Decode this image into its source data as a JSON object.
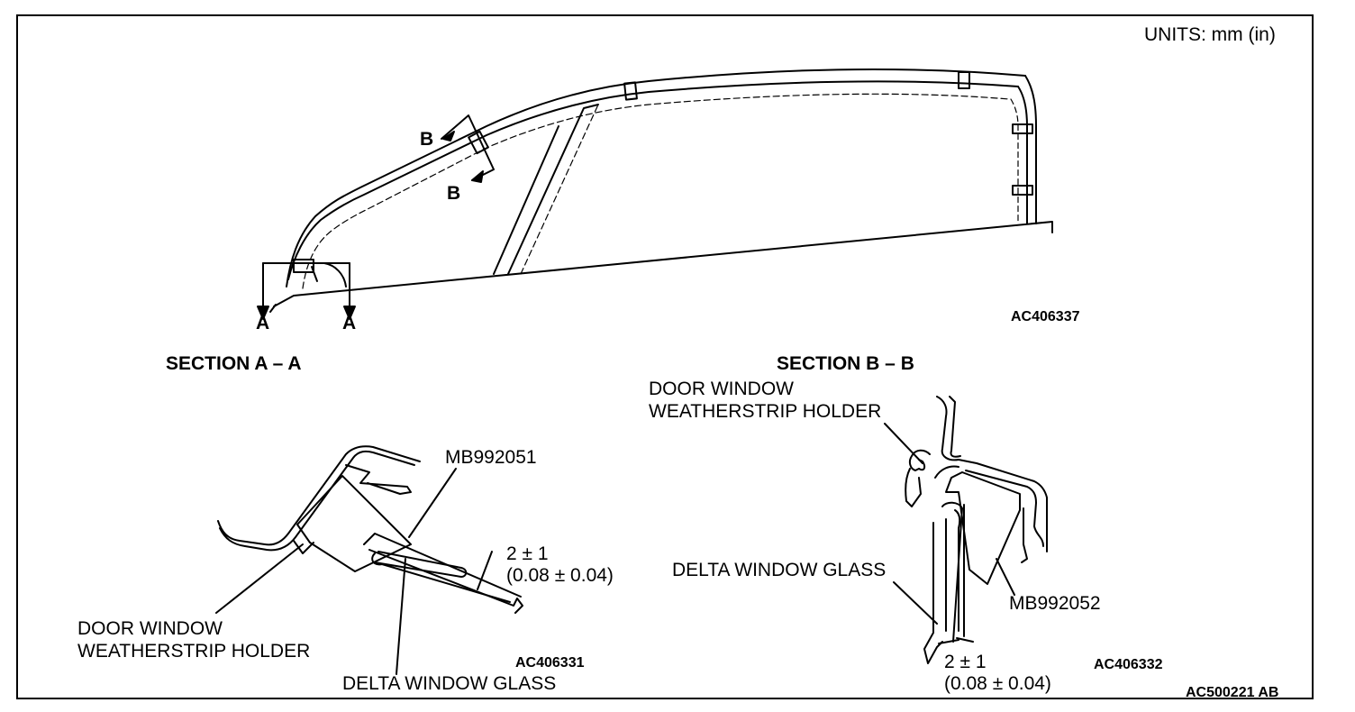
{
  "units": "UNITS: mm (in)",
  "overview": {
    "code": "AC406337",
    "markers": {
      "a_left": "A",
      "a_right": "A",
      "b_top": "B",
      "b_bottom": "B"
    }
  },
  "section_a": {
    "title": "SECTION A – A",
    "tool": "MB992051",
    "gap_mm": "2 ± 1",
    "gap_in": "(0.08 ± 0.04)",
    "holder_line1": "DOOR WINDOW",
    "holder_line2": "WEATHERSTRIP HOLDER",
    "glass": "DELTA WINDOW GLASS",
    "code": "AC406331"
  },
  "section_b": {
    "title": "SECTION B – B",
    "holder_line1": "DOOR WINDOW",
    "holder_line2": "WEATHERSTRIP HOLDER",
    "glass": "DELTA WINDOW GLASS",
    "tool": "MB992052",
    "gap_mm": "2 ± 1",
    "gap_in": "(0.08 ± 0.04)",
    "code": "AC406332"
  },
  "figure_code": "AC500221 AB"
}
